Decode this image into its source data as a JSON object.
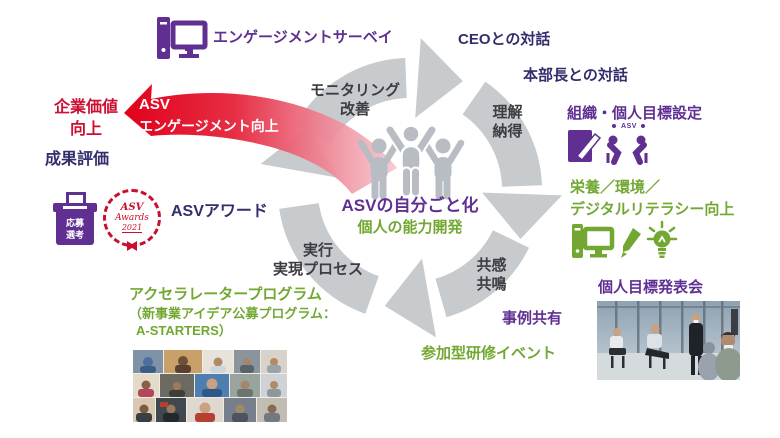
{
  "colors": {
    "navy": "#322e6d",
    "purple": "#5f3092",
    "green": "#72a832",
    "red": "#cb0f32",
    "label": "#3c3c42",
    "ring": "#c7cbce",
    "figure": "#b7bdc3",
    "arrowred": "#e2001a",
    "badge": "#c8102e"
  },
  "left_column": {
    "survey_label": "エンゲージメントサーベイ",
    "arrow_text_line1": "ASV",
    "arrow_text_line2": "エンゲージメント向上",
    "corporate_value_line1": "企業価値",
    "corporate_value_line2": "向上",
    "outcome_label": "成果評価",
    "ballot_box_line1": "応募",
    "ballot_box_line2": "選考",
    "award_badge": {
      "line1": "ASV",
      "line2": "Awards",
      "line3": "2021"
    },
    "award_label": "ASVアワード",
    "accelerator_line1": "アクセラレータープログラム",
    "accelerator_line2": "（新事業アイデア公募プログラム：",
    "accelerator_line3": "A-STARTERS）"
  },
  "cycle": {
    "center_line1": "ASVの自分ごと化",
    "center_line2": "個人の能力開発",
    "monitoring_line1": "モニタリング",
    "monitoring_line2": "改善",
    "understanding_line1": "理解",
    "understanding_line2": "納得",
    "empathy_line1": "共感",
    "empathy_line2": "共鳴",
    "execution_line1": "実行",
    "execution_line2": "実現プロセス"
  },
  "right_column": {
    "ceo_dialogue_label": "CEOとの対話",
    "division_head_dialogue_label": "本部長との対話",
    "goal_setting_label": "組織・個人目標設定",
    "goal_setting_icon_text": "ASV",
    "literacy_line1": "栄養／環境／",
    "literacy_line2": "デジタルリテラシー向上",
    "presentation_label": "個人目標発表会",
    "case_sharing_label": "事例共有",
    "training_event_label": "参加型研修イベント"
  }
}
